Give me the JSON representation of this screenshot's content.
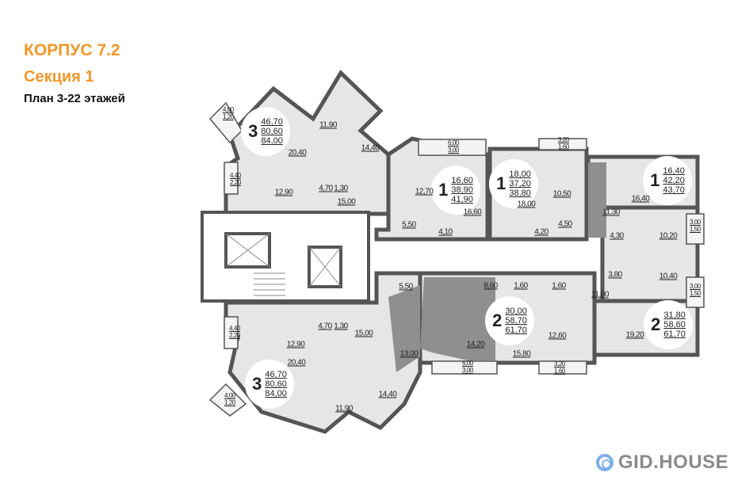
{
  "header": {
    "building": "КОРПУС 7.2",
    "section": "Секция 1",
    "plan": "План 3-22 этажей"
  },
  "apartments": [
    {
      "rooms": "3",
      "living": "46,70",
      "total": "80,60",
      "total_with_balcony": "84,00"
    },
    {
      "rooms": "1",
      "living": "16,60",
      "total": "38,90",
      "total_with_balcony": "41,90"
    },
    {
      "rooms": "1",
      "living": "18,00",
      "total": "37,20",
      "total_with_balcony": "38,80"
    },
    {
      "rooms": "1",
      "living": "16,40",
      "total": "42,20",
      "total_with_balcony": "43,70"
    },
    {
      "rooms": "2",
      "living": "30,00",
      "total": "58,70",
      "total_with_balcony": "61,70"
    },
    {
      "rooms": "2",
      "living": "31,80",
      "total": "58,60",
      "total_with_balcony": "61,70"
    },
    {
      "rooms": "3",
      "living": "46,70",
      "total": "80,60",
      "total_with_balcony": "84,00"
    }
  ],
  "rooms": [
    "11,90",
    "20,40",
    "14,40",
    "12,90",
    "4,70",
    "1,30",
    "15,00",
    "12,70",
    "5,50",
    "4,10",
    "16,60",
    "10,50",
    "18,00",
    "4,20",
    "4,50",
    "16,40",
    "11,30",
    "4,30",
    "10,20",
    "3,80",
    "10,40",
    "11,00",
    "19,20",
    "5,50",
    "8,60",
    "1,60",
    "1,60",
    "13,00",
    "14,20",
    "15,80",
    "12,60",
    "4,70",
    "1,30",
    "15,00",
    "12,90",
    "20,40",
    "11,90",
    "14,40"
  ],
  "balconies": [
    [
      "4,00",
      "1,20"
    ],
    [
      "4,40",
      "2,20"
    ],
    [
      "6,00",
      "3,00"
    ],
    [
      "3,20",
      "1,60"
    ],
    [
      "3,00",
      "1,50"
    ],
    [
      "3,00",
      "1,50"
    ],
    [
      "6,00",
      "3,00"
    ],
    [
      "3,20",
      "1,60"
    ],
    [
      "4,40",
      "2,20"
    ],
    [
      "4,00",
      "1,20"
    ]
  ],
  "logo": {
    "text": "GID.HOUSE"
  },
  "colors": {
    "accent": "#f0982a",
    "wall": "#555555",
    "room": "#e6e6e6",
    "dark_room": "#8f8f8f"
  }
}
